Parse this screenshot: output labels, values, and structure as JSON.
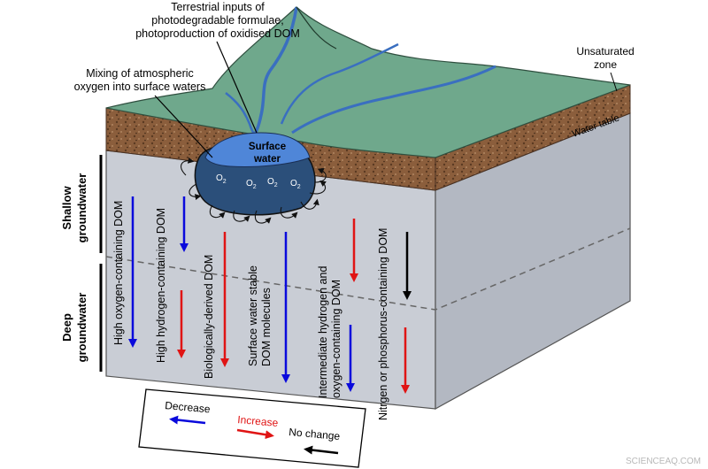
{
  "labels": {
    "terrestrial": [
      "Terrestrial inputs of",
      "photodegradable formulae,",
      "photoproduction of oxidised DOM"
    ],
    "mixing": [
      "Mixing of atmospheric",
      "oxygen into surface waters"
    ],
    "unsaturated": [
      "Unsaturated",
      "zone"
    ],
    "water_table": "Water table",
    "surface_water": [
      "Surface",
      "water"
    ],
    "oxygen_symbol": "O",
    "oxygen_subscript": "2",
    "shallow": [
      "Shallow",
      "groundwater"
    ],
    "deep": [
      "Deep",
      "groundwater"
    ]
  },
  "dom_groups": [
    {
      "lines": [
        "High oxygen-containing DOM"
      ],
      "trend": "decrease"
    },
    {
      "lines": [
        "High hydrogen-containing DOM"
      ],
      "trend": "decrease"
    },
    {
      "lines": [
        "Biologically-derived DOM"
      ],
      "trend": "increase"
    },
    {
      "lines": [
        "Surface water stable",
        "DOM molecules"
      ],
      "trend": "decrease"
    },
    {
      "lines": [
        "Intermediate hydrogen and",
        "oxygen-containing DOM"
      ],
      "trend": "increase"
    },
    {
      "lines": [
        "Nitrgen or phosphorus-containing DOM"
      ],
      "trend": "no change"
    }
  ],
  "legend": {
    "decrease": "Decrease",
    "increase": "Increase",
    "no_change": "No change"
  },
  "colors": {
    "decrease": "#0a0adc",
    "increase": "#e01414",
    "no_change": "#000000",
    "land": "#6fa88c",
    "soil": "#8b5e3c",
    "groundwater": "#c8ccd4",
    "pond": "#2b4f7a",
    "surface_water": "#4f86d8"
  },
  "watermark": "SCIENCEAQ.COM"
}
